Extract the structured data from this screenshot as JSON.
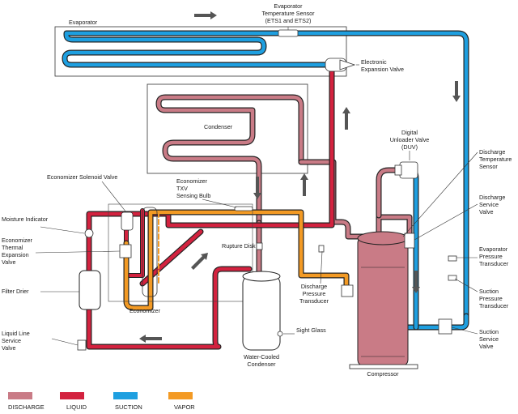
{
  "labels": {
    "evaporator": "Evaporator",
    "evap_temp_sensor_1": "Evaporator",
    "evap_temp_sensor_2": "Temperature Sensor",
    "evap_temp_sensor_3": "(ETS1 and ETS2)",
    "electronic_exp_valve_1": "Electronic",
    "electronic_exp_valve_2": "Expansion Valve",
    "condenser": "Condenser",
    "digital_unloader_1": "Digital",
    "digital_unloader_2": "Unloader Valve",
    "digital_unloader_3": "(DUV)",
    "discharge_temp_sensor_1": "Discharge",
    "discharge_temp_sensor_2": "Temperature",
    "discharge_temp_sensor_3": "Sensor",
    "economizer_solenoid": "Economizer Solenoid Valve",
    "economizer_txv_1": "Economizer",
    "economizer_txv_2": "TXV",
    "economizer_txv_3": "Sensing Bulb",
    "discharge_service_valve_1": "Discharge",
    "discharge_service_valve_2": "Service",
    "discharge_service_valve_3": "Valve",
    "moisture_indicator": "Moisture Indicator",
    "econ_thermal_exp_1": "Economizer",
    "econ_thermal_exp_2": "Thermal",
    "econ_thermal_exp_3": "Expansion",
    "econ_thermal_exp_4": "Valve",
    "rupture_disk": "Rupture Disk",
    "evap_pressure_1": "Evaporator",
    "evap_pressure_2": "Pressure",
    "evap_pressure_3": "Transducer",
    "filter_drier": "Filter Drier",
    "discharge_pressure_1": "Discharge",
    "discharge_pressure_2": "Pressure",
    "discharge_pressure_3": "Transducer",
    "suction_pressure_1": "Suction",
    "suction_pressure_2": "Pressure",
    "suction_pressure_3": "Transducer",
    "economizer": "Economizer",
    "sight_glass": "Sight Glass",
    "liquid_line_valve_1": "Liquid Line",
    "liquid_line_valve_2": "Service",
    "liquid_line_valve_3": "Valve",
    "water_cooled_1": "Water-Cooled",
    "water_cooled_2": "Condenser",
    "suction_service_valve_1": "Suction",
    "suction_service_valve_2": "Service",
    "suction_service_valve_3": "Valve",
    "compressor": "Compressor"
  },
  "legend": [
    {
      "label": "DISCHARGE",
      "color": "#c97b86"
    },
    {
      "label": "LIQUID",
      "color": "#d3223f"
    },
    {
      "label": "SUCTION",
      "color": "#1e9fe0"
    },
    {
      "label": "VAPOR",
      "color": "#f39a24"
    }
  ],
  "colors": {
    "discharge": "#c97b86",
    "liquid": "#d3223f",
    "suction": "#1e9fe0",
    "vapor": "#f39a24",
    "arrow": "#555555"
  }
}
